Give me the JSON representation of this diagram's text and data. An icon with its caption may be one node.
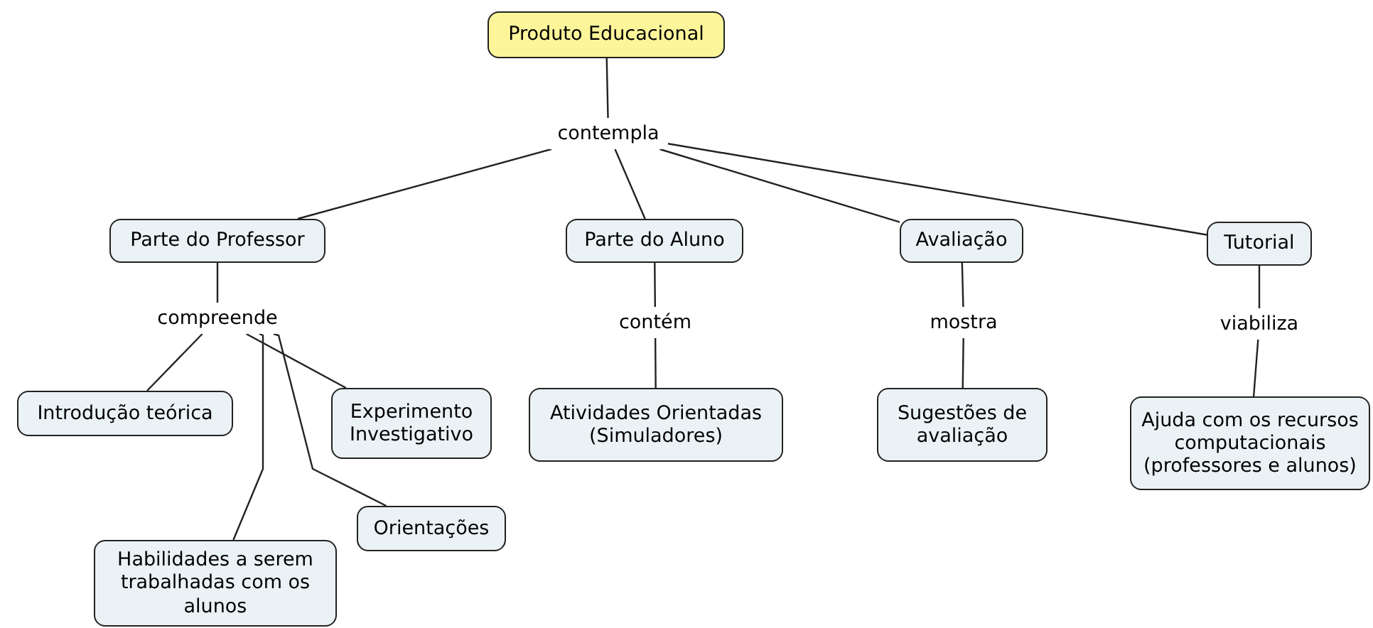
{
  "diagram": {
    "nodes": [
      {
        "text": [
          "Produto Educacional"
        ]
      },
      {
        "text": [
          "contempla"
        ]
      },
      {
        "text": [
          "Parte do Professor"
        ]
      },
      {
        "text": [
          "Parte do Aluno"
        ]
      },
      {
        "text": [
          "Avaliação"
        ]
      },
      {
        "text": [
          "Tutorial"
        ]
      },
      {
        "text": [
          "compreende"
        ]
      },
      {
        "text": [
          "contém"
        ]
      },
      {
        "text": [
          "mostra"
        ]
      },
      {
        "text": [
          "viabiliza"
        ]
      },
      {
        "text": [
          "Introdução teórica"
        ]
      },
      {
        "text": [
          "Experimento Investigativo"
        ]
      },
      {
        "text": [
          "Habilidades a serem trabalhadas com os alunos"
        ]
      },
      {
        "text": [
          "Orientações"
        ]
      },
      {
        "text": [
          "Atividades Orientadas (Simuladores)"
        ]
      },
      {
        "text": [
          "Sugestões de avaliação"
        ]
      },
      {
        "text": [
          "Ajuda com os recursos computacionais (professores e alunos)"
        ]
      }
    ],
    "edges": [
      {
        "from": 0,
        "to": 1,
        "arrow": "none"
      },
      {
        "from": 1,
        "to": 2,
        "arrow": "none"
      },
      {
        "from": 1,
        "to": 3,
        "arrow": "none"
      },
      {
        "from": 1,
        "to": 4,
        "arrow": "none"
      },
      {
        "from": 1,
        "to": 5,
        "arrow": "none"
      },
      {
        "from": 2,
        "to": 6,
        "arrow": "none"
      },
      {
        "from": 6,
        "to": 10,
        "arrow": "none"
      },
      {
        "from": 6,
        "to": 11,
        "arrow": "none"
      },
      {
        "from": 6,
        "to": 12,
        "arrow": "none"
      },
      {
        "from": 6,
        "to": 13,
        "arrow": "none"
      },
      {
        "from": 3,
        "to": 7,
        "arrow": "none"
      },
      {
        "from": 7,
        "to": 14,
        "arrow": "none"
      },
      {
        "from": 4,
        "to": 8,
        "arrow": "none"
      },
      {
        "from": 8,
        "to": 15,
        "arrow": "none"
      },
      {
        "from": 5,
        "to": 9,
        "arrow": "none"
      },
      {
        "from": 9,
        "to": 16,
        "arrow": "none"
      }
    ]
  }
}
